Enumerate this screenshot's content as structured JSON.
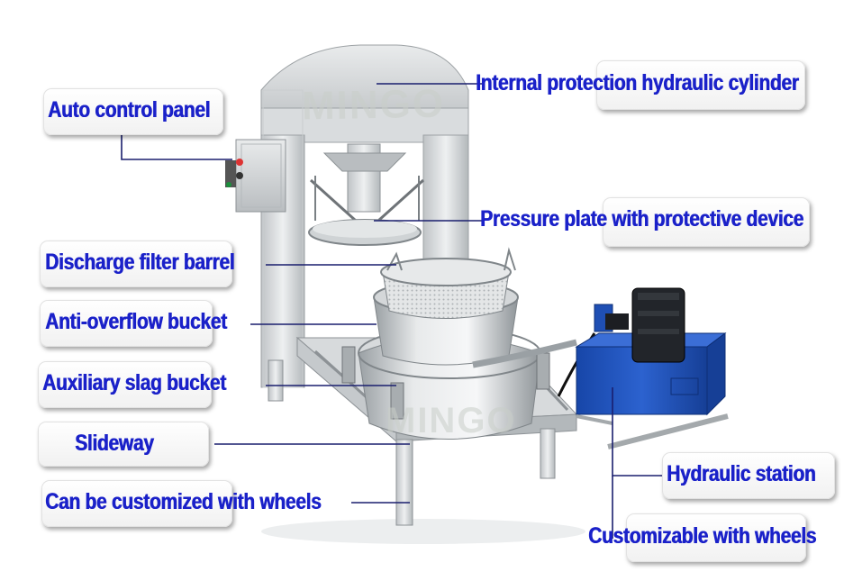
{
  "watermark": "MINGO",
  "labels": {
    "auto_control_panel": "Auto control panel",
    "internal_cylinder": "Internal protection hydraulic cylinder",
    "pressure_plate": "Pressure plate with protective device",
    "discharge_barrel": "Discharge filter barrel",
    "anti_overflow": "Anti-overflow bucket",
    "auxiliary_slag": "Auxiliary slag bucket",
    "slideway": "Slideway",
    "customized_wheels": "Can be customized with wheels",
    "hydraulic_station": "Hydraulic station",
    "customizable_wheels": "Customizable with wheels"
  },
  "colors": {
    "label_text": "#1a21c9",
    "steel_light": "#e6e8ea",
    "steel_mid": "#c5c9cc",
    "steel_dark": "#8d9296",
    "hydraulic_blue": "#1f4fb4",
    "motor_black": "#1c1e22",
    "leader_line": "#1a1f6e"
  }
}
